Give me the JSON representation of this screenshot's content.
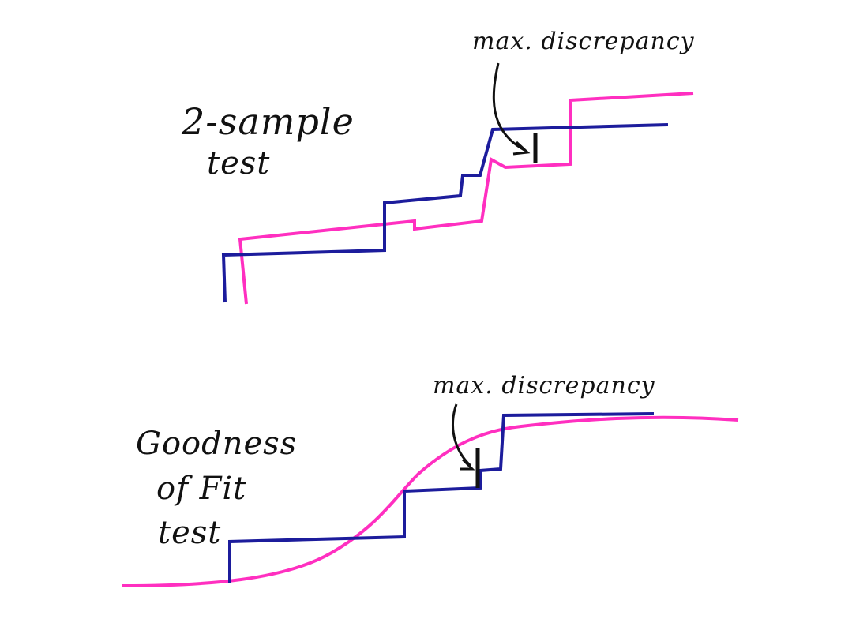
{
  "colors": {
    "sample_a": "#1c1c9c",
    "sample_b": "#ff2fc0",
    "ink": "#111111",
    "background": "#ffffff"
  },
  "top_panel": {
    "label_line1": "2-sample",
    "label_line2": "test",
    "annotation": "max. discrepancy"
  },
  "bottom_panel": {
    "label_line1": "Goodness",
    "label_line2": "of Fit",
    "label_line3": "test",
    "annotation": "max. discrepancy"
  }
}
